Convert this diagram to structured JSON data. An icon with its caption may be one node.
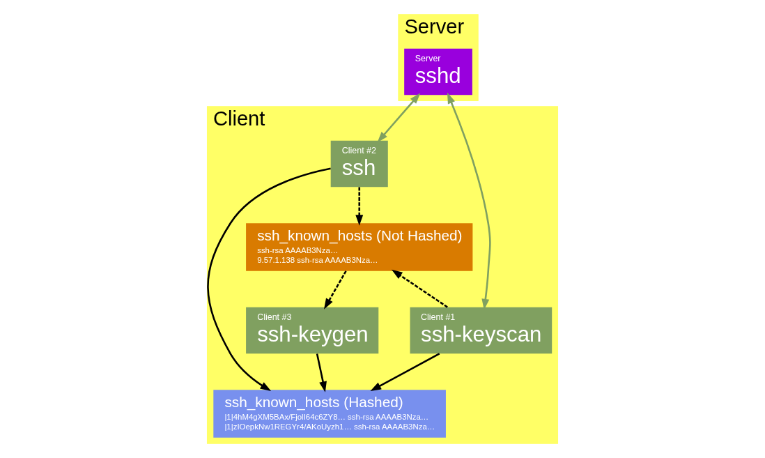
{
  "diagram": {
    "nodes": [
      {
        "text": [
          "Client"
        ]
      },
      {
        "text": [
          "ssh_known_hosts (Not Hashed)",
          "ssh-rsa AAAAB3Nza…",
          "9.57.1.138 ssh-rsa AAAAB3Nza…"
        ],
        "in": 0
      },
      {
        "text": [
          "Client #1",
          "ssh-keyscan"
        ],
        "in": 0
      },
      {
        "text": [
          "Client #3",
          "ssh-keygen"
        ],
        "in": 0
      },
      {
        "text": [
          "Client #2",
          "ssh"
        ],
        "in": 0
      },
      {
        "text": [
          "ssh_known_hosts (Hashed)",
          "|1|4hM4gXM5BAx/FjolI64c6ZY8… ssh-rsa AAAAB3Nza…",
          "|1|zIOepkNw1REGYr4/AKoUyzh1… ssh-rsa AAAAB3Nza…"
        ],
        "in": 0
      },
      {
        "text": [
          "Server"
        ]
      },
      {
        "text": [
          "Server",
          "sshd"
        ],
        "in": 6
      }
    ],
    "edges": [
      {
        "from": 1,
        "to": 3,
        "arrow": "to",
        "style": "dashed"
      },
      {
        "from": 2,
        "to": 1,
        "arrow": "to",
        "style": "dashed"
      },
      {
        "from": 4,
        "to": 1,
        "arrow": "to",
        "style": "dashed"
      },
      {
        "from": 3,
        "to": 5,
        "arrow": "to"
      },
      {
        "from": 2,
        "to": 5,
        "arrow": "to"
      },
      {
        "from": 4,
        "to": 5,
        "arrow": "to"
      },
      {
        "from": 7,
        "to": 2,
        "arrow": "both",
        "color": "#80a060"
      },
      {
        "from": 7,
        "to": 4,
        "arrow": "both",
        "color": "#80a060"
      }
    ]
  }
}
